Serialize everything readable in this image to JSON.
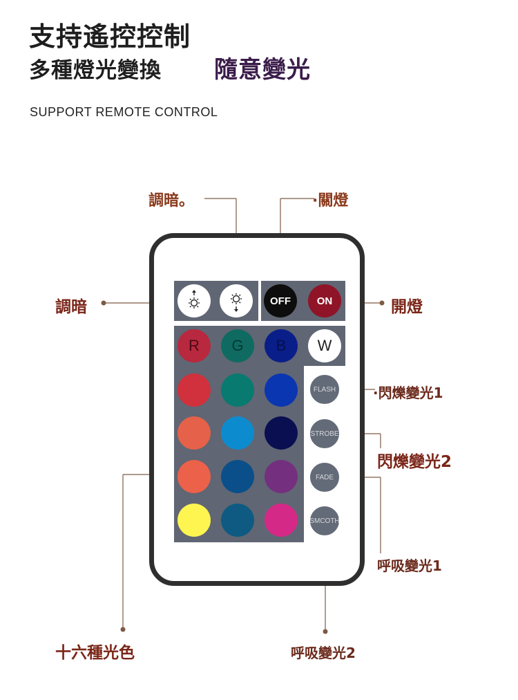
{
  "header": {
    "title_line1": "支持遙控控制",
    "title_line2": "多種燈光變換",
    "title_line2_accent": "隨意變光",
    "subtitle": "SUPPORT REMOTE CONTROL"
  },
  "labels": {
    "dim_top": "調暗。",
    "off_top": "·關燈",
    "dim_left": "調暗",
    "on_right": "開燈",
    "flash1": "·閃爍變光1",
    "flash2": "閃爍變光2",
    "breathe1": "呼吸變光1",
    "sixteen_colors": "十六種光色",
    "breathe2": "呼吸變光2"
  },
  "remote": {
    "off_label": "OFF",
    "on_label": "ON",
    "r_label": "R",
    "g_label": "G",
    "b_label": "B",
    "w_label": "W",
    "flash_label": "FLASH",
    "strobe_label": "STROBE",
    "fade_label": "FADE",
    "smooth_label": "SMCOTH",
    "icons": [
      "brightness-up-icon",
      "brightness-down-icon"
    ]
  },
  "colors": {
    "label_text": "#7a2618",
    "panel_gray": "#606673",
    "off_button": "#0d0d0d",
    "on_button": "#8f1428",
    "r_button": "#b8283e",
    "g_button": "#0f6b62",
    "b_button": "#0a1e8a",
    "w_button": "#ffffff",
    "grid": [
      "#d0313c",
      "#087a70",
      "#0b36b2",
      "#e56149",
      "#0c8ccf",
      "#0a0f52",
      "#ec6149",
      "#0a4f8a",
      "#74307f",
      "#fef551",
      "#0e5a82",
      "#d52988"
    ]
  }
}
